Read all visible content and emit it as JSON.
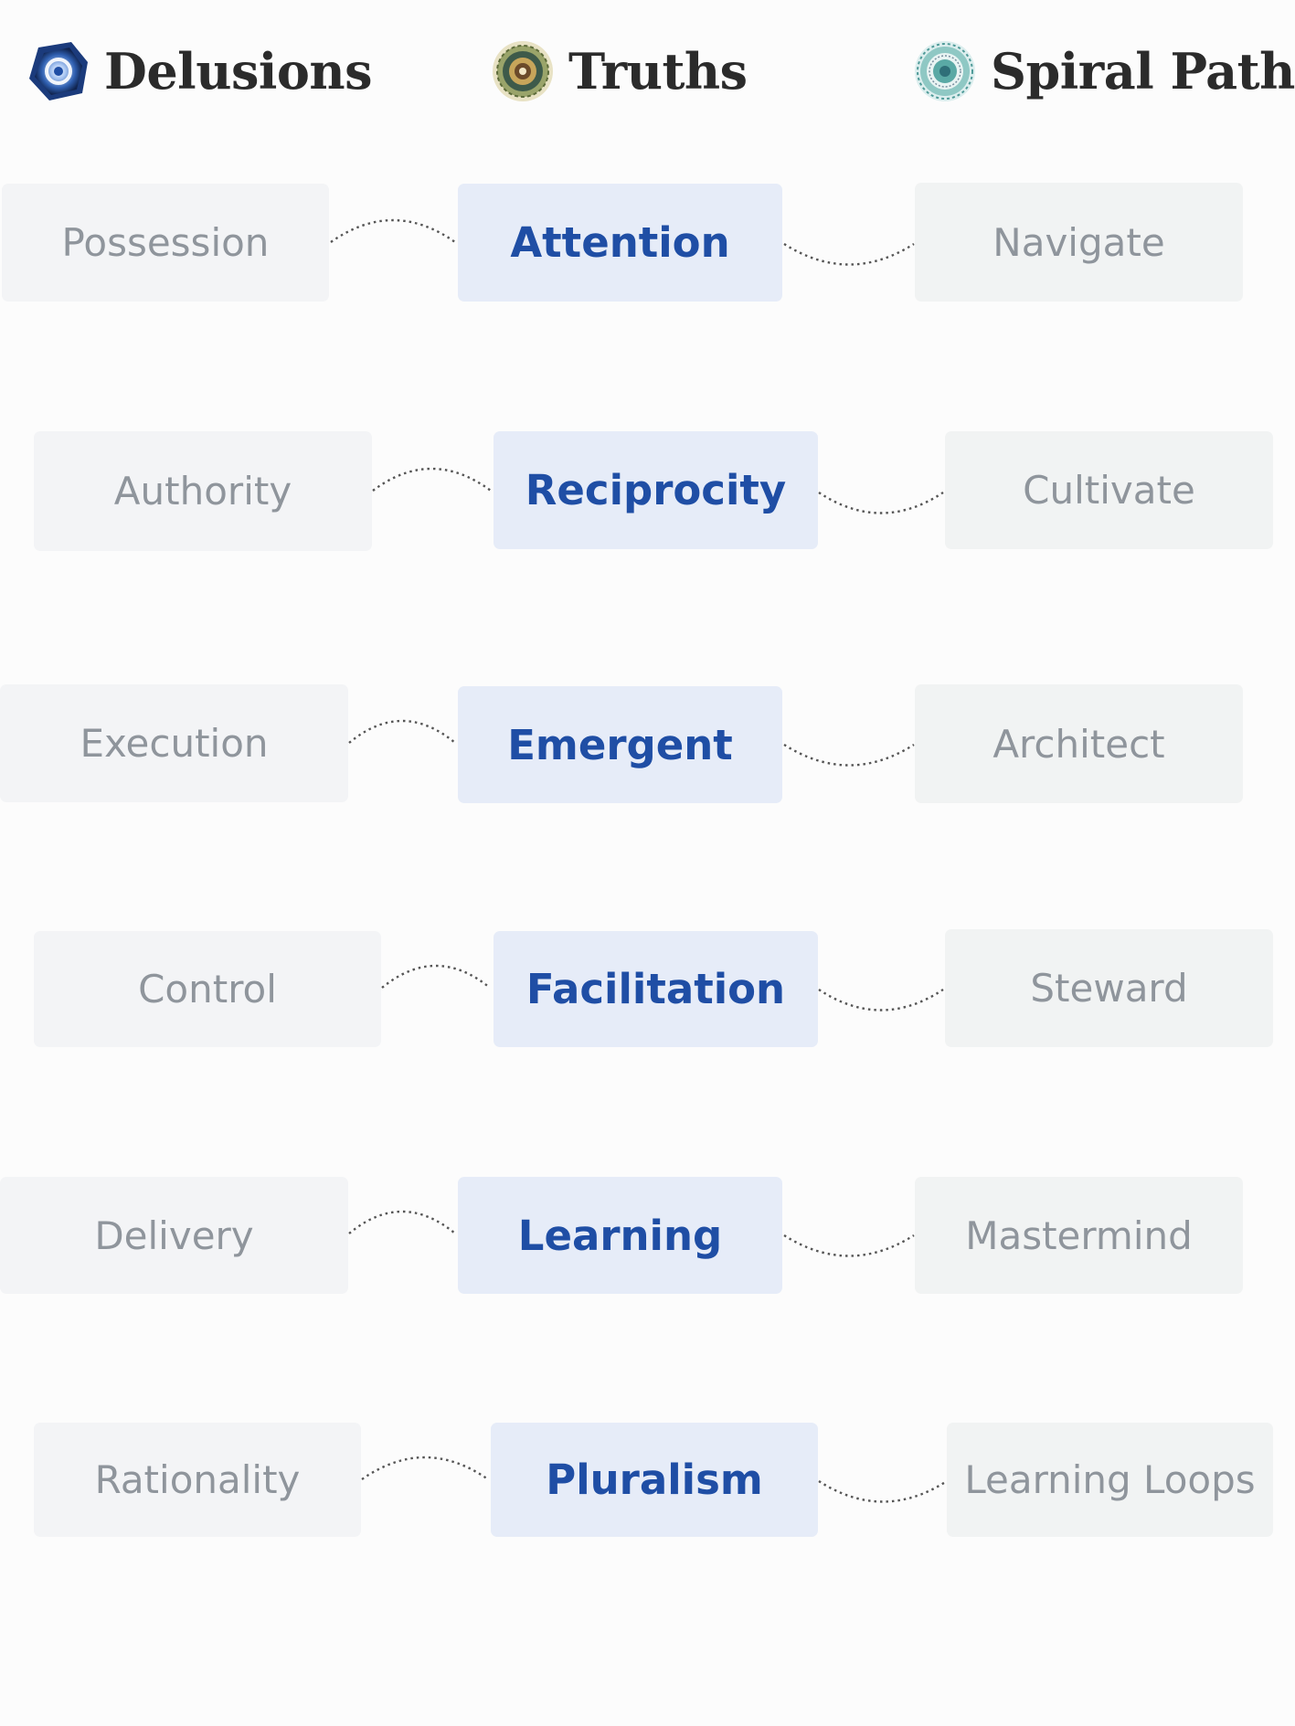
{
  "headers": {
    "delusions": {
      "title": "Delusions",
      "icon": "crystal-orb-icon"
    },
    "truths": {
      "title": "Truths",
      "icon": "mandala-icon"
    },
    "spiral_paths": {
      "title": "Spiral Paths",
      "icon": "spiral-mandala-icon"
    }
  },
  "rows": [
    {
      "delusion": "Possession",
      "truth": "Attention",
      "path": "Navigate"
    },
    {
      "delusion": "Authority",
      "truth": "Reciprocity",
      "path": "Cultivate"
    },
    {
      "delusion": "Execution",
      "truth": "Emergent",
      "path": "Architect"
    },
    {
      "delusion": "Control",
      "truth": "Facilitation",
      "path": "Steward"
    },
    {
      "delusion": "Delivery",
      "truth": "Learning",
      "path": "Mastermind"
    },
    {
      "delusion": "Rationality",
      "truth": "Pluralism",
      "path": "Learning Loops"
    }
  ],
  "colors": {
    "header_text": "#2b2b2b",
    "delusion_bg": "#f3f4f6",
    "truth_bg": "#e6ecf8",
    "truth_text": "#1f4ea5",
    "path_bg": "#f1f3f3",
    "muted_text": "#8f959c",
    "connector": "#555555"
  }
}
